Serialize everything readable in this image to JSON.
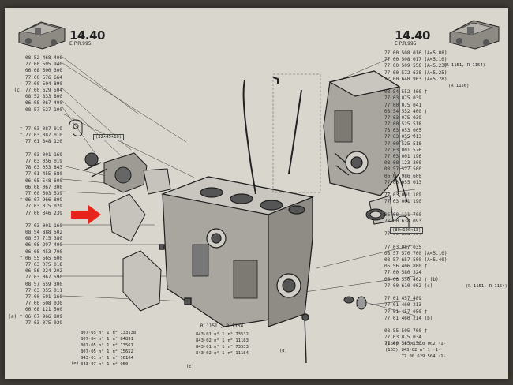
{
  "header": {
    "left_code": "14.40",
    "left_sub": "E    P.R.995",
    "right_code": "14.40",
    "right_sub": "E    P.R.995"
  },
  "left_parts": [
    "08 52 468 400",
    "77 00 505 940",
    "06 08 500 300",
    "77 00 576 664",
    "77 00 504 890",
    "(c) 77 00 629 504",
    "08 52 833 800",
    "06 08 067 400",
    "08 57 527 100",
    "",
    "",
    "† 77 03 087 019",
    "† 77 03 087 010",
    "† 77 01 348 120",
    "",
    "77 03 001 169",
    "77 03 056 019",
    "78 03 053 843",
    "77 01 455 680",
    "06 05 548 600",
    "06 08 067 300",
    "77 00 503 539",
    "† 06 07 966 809",
    "77 03 075 029",
    "77 00 346 239",
    "",
    "77 03 001 160",
    "08 54 888 502",
    "08 57 715 380",
    "06 08 297 400",
    "06 08 453 700",
    "† 06 55 565 600",
    "77 03 075 018",
    "06 56 224 202",
    "77 03 067 590",
    "08 57 659 300",
    "77 03 055 011",
    "77 00 591 160",
    "77 00 508 030",
    "06 08 121 500",
    "(a) † 06 07 966 809",
    "77 03 075 029"
  ],
  "right_parts": [
    "77 00 508 016 (A=5.08)",
    "77 00 508 017 (A=5.10)",
    "77 00 509 556 (A=5.23)",
    "77 00 572 638 (A=5.25)",
    "77 00 640 903 (A=5.28)",
    "",
    "08 54 552 400 †",
    "77 03 075 039",
    "77 00 075 041",
    "08 54 552 400 †",
    "77 03 075 039",
    "77 00 525 518",
    "78 03 053 005",
    "77 03 055 013",
    "77 00 525 518",
    "77 03 001 576",
    "77 03 001 196",
    "08 08 123 300",
    "08 57 527 500",
    "06 07 986 600",
    "77 03 055 013",
    "",
    "77 03 001 189",
    "77 03 001 190",
    "",
    "06 08 121 700",
    "77 00 638 093",
    "",
    "77 00 638 094",
    "",
    "77 03 087 035",
    "08 57 570 700 (A=5.10)",
    "08 57 657 500 (A=5.40)",
    "05 56 406 800 †",
    "77 00 580 324",
    "06 08 550 402 † (b)",
    "77 00 610 002 (c)",
    "",
    "77 01 457 489",
    "77 01 460 213",
    "77 01 457 050 †",
    "77 01 460 214 (b)",
    "",
    "08 55 505 700 †",
    "77 03 075 034",
    "77 00 565 150"
  ],
  "notes": {
    "r1151_top": "(R 1151, R 1154)",
    "r1156": "(R 1156)",
    "dim1": "(32×45×10)",
    "dim2": "(80×100×13)",
    "r1151_right": "(R 1151, R 1154)",
    "mid_heading": "R 1151 , R 1154",
    "right_c": "(c)",
    "right_b": "(b)",
    "bottom_letter_e": "(e)",
    "bottom_letter_c": "(c)",
    "bottom_letter_d": "(d)"
  },
  "bottom_refs": [
    [
      "807·65 n° 1",
      "n° 133138"
    ],
    [
      "807·04 n° 1",
      "n° 84891"
    ],
    [
      "807·05 n° 1",
      "n° 13567"
    ],
    [
      "807·05 n° 1",
      "n° 15652"
    ],
    [
      "843·01 n° 1",
      "n° 16164"
    ],
    [
      "843·07 n° 1",
      "n° 950"
    ]
  ],
  "mid_refs": [
    [
      "843·01 n° 1",
      "n° 73532"
    ],
    [
      "843·02 n° 1",
      "n° 11183"
    ],
    [
      "843·01 n° 1",
      "n° 73533"
    ],
    [
      "843·02 n° 1",
      "n° 11184"
    ]
  ],
  "right_bottom_refs": [
    [
      "(164)",
      "77 00 610 002 ·1·"
    ],
    [
      "(165)",
      "843·02 n° 1 ·1·"
    ],
    [
      "",
      "77 00 629 504 ·1·"
    ]
  ],
  "colors": {
    "paper": "#d9d6cd",
    "ink": "#2a2a2a",
    "arrow": "#e8231b"
  }
}
